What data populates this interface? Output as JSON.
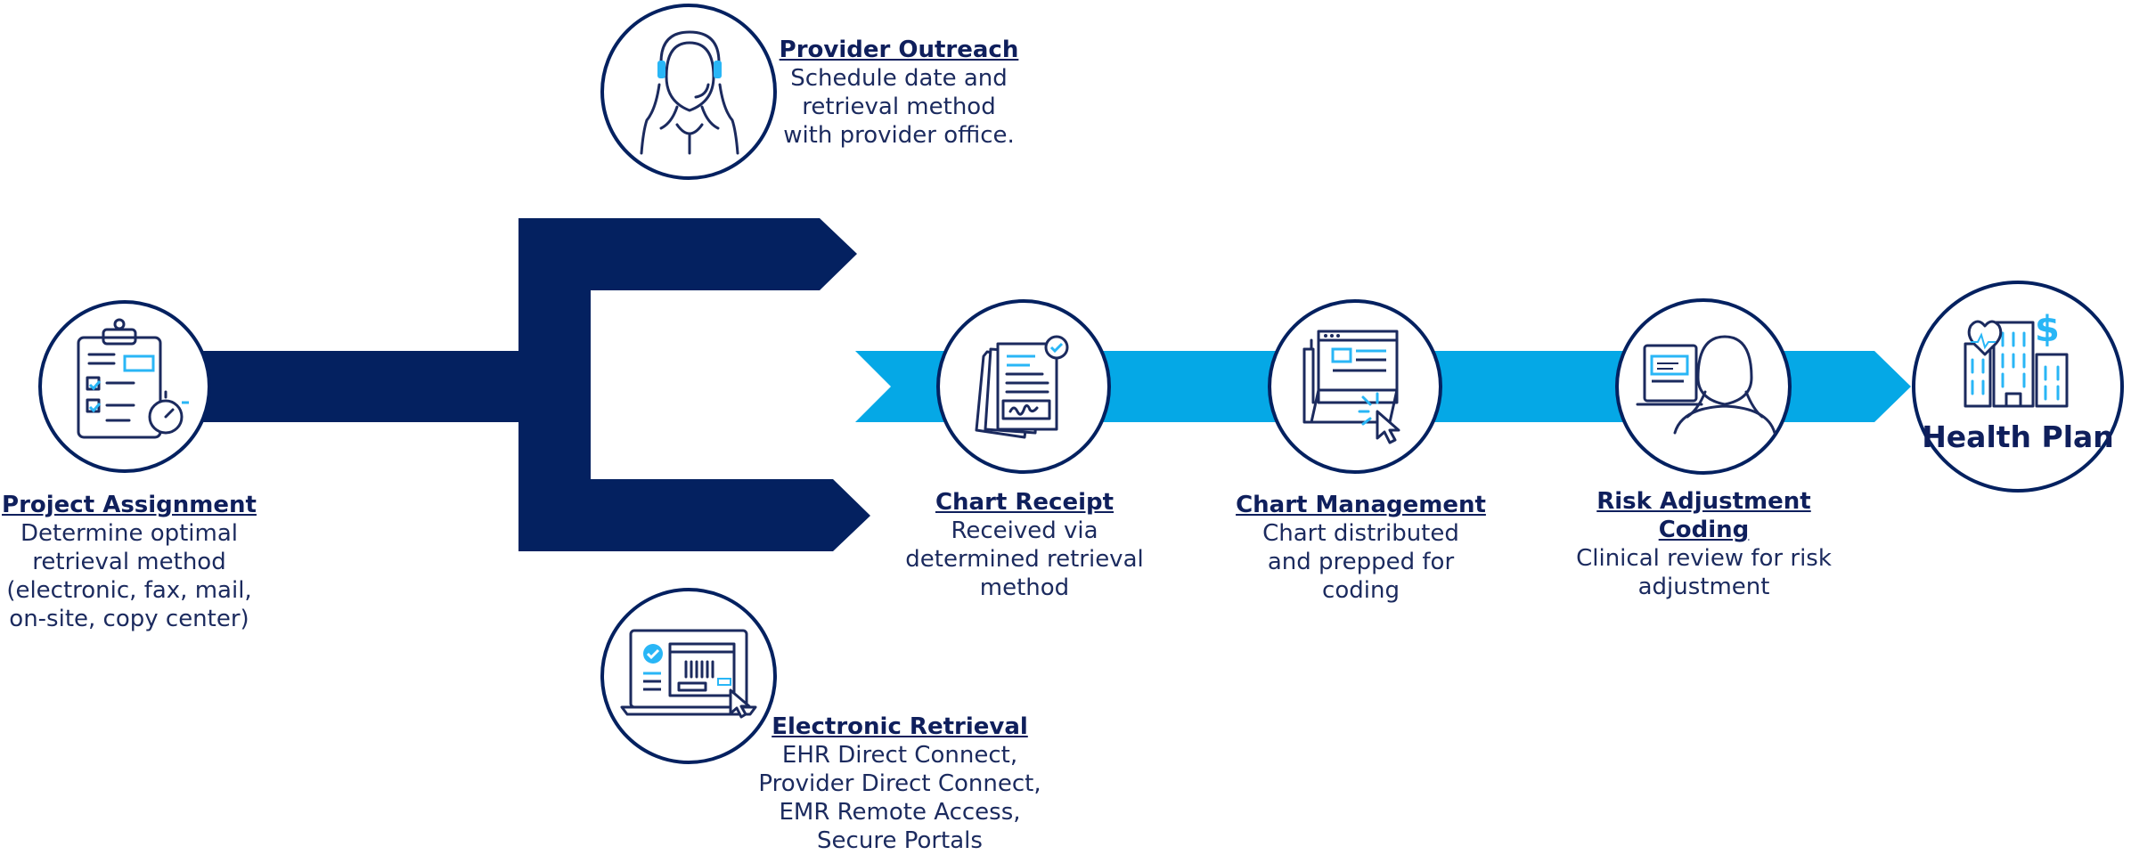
{
  "colors": {
    "navy": "#042160",
    "cyan": "#05a8e6",
    "icon_stroke": "#1b2a5e",
    "icon_accent": "#29b6f6",
    "text": "#1b2a5e"
  },
  "steps": {
    "project_assignment": {
      "title": "Project Assignment",
      "description": "Determine optimal\nretrieval method\n(electronic, fax, mail,\non-site, copy center)",
      "icon": "clipboard-stopwatch-icon"
    },
    "provider_outreach": {
      "title": "Provider Outreach",
      "description": "Schedule date and\nretrieval method\nwith provider office.",
      "icon": "headset-agent-icon"
    },
    "electronic_retrieval": {
      "title": "Electronic Retrieval",
      "description": "EHR Direct Connect,\nProvider Direct Connect,\nEMR Remote Access,\nSecure Portals",
      "icon": "laptop-portal-icon"
    },
    "chart_receipt": {
      "title": "Chart Receipt",
      "description": "Received via\ndetermined retrieval\nmethod",
      "icon": "signed-document-icon"
    },
    "chart_management": {
      "title": "Chart Management",
      "description": "Chart distributed\nand prepped for\ncoding",
      "icon": "folder-cursor-icon"
    },
    "risk_adjustment_coding": {
      "title": "Risk Adjustment Coding",
      "description": "Clinical review for risk\nadjustment",
      "icon": "coder-at-computer-icon"
    },
    "health_plan": {
      "title": "Health Plan",
      "icon": "hospital-building-icon"
    }
  }
}
